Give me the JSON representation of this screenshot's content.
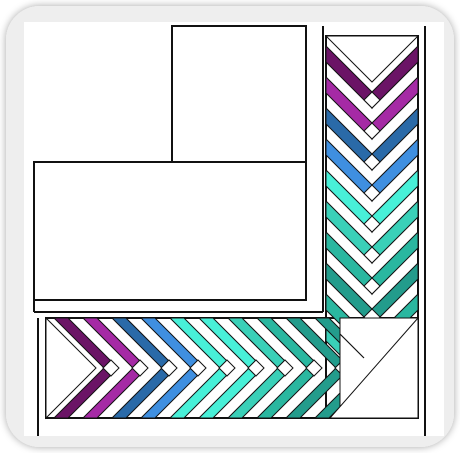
{
  "image": {
    "subject": "quilt-block-corner-with-braided-border",
    "palette": {
      "frame": "#eeeeee",
      "line": "#111111",
      "background": "#ffffff",
      "purple": "#6b1466",
      "magenta": "#a52aa5",
      "blue": "#2a6aa8",
      "sky": "#3f8fe0",
      "aqua": "#48f0d8",
      "teal": "#3ad0b8",
      "seagreen": "#2ab7a0",
      "jade": "#239c8c"
    },
    "bottom_sequence": [
      "purple",
      "magenta",
      "blue",
      "sky",
      "aqua",
      "aqua",
      "teal",
      "seagreen",
      "jade",
      "jade"
    ],
    "right_sequence": [
      "purple",
      "magenta",
      "blue",
      "sky",
      "aqua",
      "teal",
      "seagreen",
      "jade",
      "seagreen",
      "teal"
    ]
  }
}
